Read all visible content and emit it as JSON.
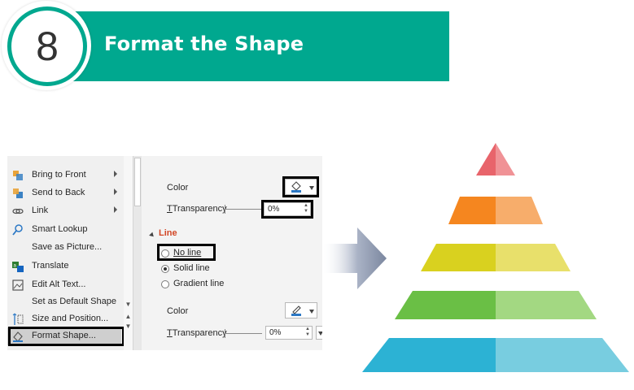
{
  "header": {
    "step_number": "8",
    "title": "Format the Shape",
    "accent": "#00a88f"
  },
  "context_menu": {
    "items": [
      {
        "label": "Bring to Front",
        "icon": "bring-to-front-icon",
        "submenu": true
      },
      {
        "label": "Send to Back",
        "icon": "send-to-back-icon",
        "submenu": true
      },
      {
        "label": "Link",
        "icon": "link-icon",
        "submenu": true
      },
      {
        "label": "Smart Lookup",
        "icon": "search-icon",
        "submenu": false
      },
      {
        "label": "Save as Picture...",
        "icon": "",
        "submenu": false
      },
      {
        "label": "Translate",
        "icon": "translate-icon",
        "submenu": false
      },
      {
        "label": "Edit Alt Text...",
        "icon": "alt-text-icon",
        "submenu": false
      },
      {
        "label": "Set as Default Shape",
        "icon": "",
        "submenu": false
      },
      {
        "label": "Size and Position...",
        "icon": "size-position-icon",
        "submenu": false
      },
      {
        "label": "Format Shape...",
        "icon": "format-shape-icon",
        "submenu": false
      }
    ]
  },
  "format_pane": {
    "fill": {
      "color_label": "Color",
      "transparency_label": "Transparency",
      "transparency_value": "0%"
    },
    "line_section": "Line",
    "line_options": [
      "No line",
      "Solid line",
      "Gradient line"
    ],
    "selected_line_option": "Solid line",
    "line": {
      "color_label": "Color",
      "transparency_label": "Transparency",
      "transparency_value": "0%"
    }
  },
  "pyramid": {
    "levels": [
      {
        "dark": "#e8646b",
        "light": "#f09296"
      },
      {
        "dark": "#f5861f",
        "light": "#f7ad6b"
      },
      {
        "dark": "#d9d11f",
        "light": "#e8e06b"
      },
      {
        "dark": "#6abf45",
        "light": "#a3d882"
      },
      {
        "dark": "#2cb2d4",
        "light": "#78cde0"
      }
    ]
  }
}
